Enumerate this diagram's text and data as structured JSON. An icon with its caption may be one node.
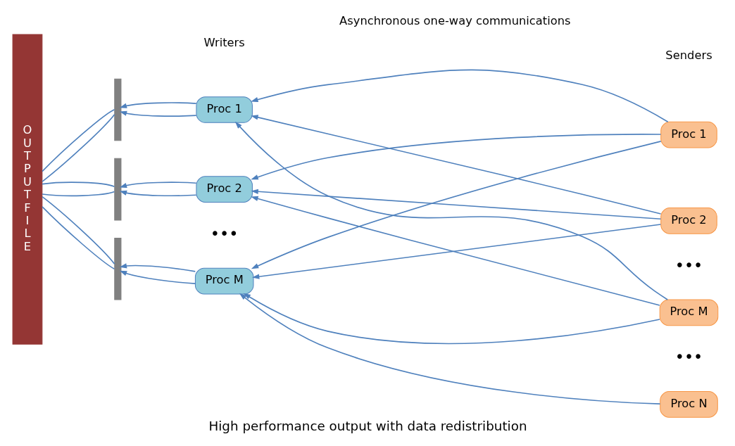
{
  "diagram": {
    "caption": "High performance output with data redistribution",
    "nodes": [
      {
        "text": [
          "O U T P U T F I L E"
        ]
      },
      {
        "text": [],
        "shape": "bar"
      },
      {
        "text": [],
        "shape": "bar"
      },
      {
        "text": [],
        "shape": "bar"
      },
      {
        "text": [
          "Proc 1"
        ]
      },
      {
        "text": [
          "Proc 2"
        ]
      },
      {
        "text": [
          "Proc M"
        ]
      },
      {
        "text": [
          "Proc 1"
        ]
      },
      {
        "text": [
          "Proc 2"
        ]
      },
      {
        "text": [
          "Proc M"
        ]
      },
      {
        "text": [
          "Proc N"
        ]
      }
    ],
    "edges": [
      {
        "from": 0,
        "to": 1,
        "arrow": "none"
      },
      {
        "from": 0,
        "to": 1,
        "arrow": "none"
      },
      {
        "from": 0,
        "to": 2,
        "arrow": "none"
      },
      {
        "from": 0,
        "to": 2,
        "arrow": "none"
      },
      {
        "from": 0,
        "to": 3,
        "arrow": "none"
      },
      {
        "from": 0,
        "to": 3,
        "arrow": "none"
      },
      {
        "from": 4,
        "to": 1,
        "arrow": "to"
      },
      {
        "from": 4,
        "to": 1,
        "arrow": "to"
      },
      {
        "from": 5,
        "to": 2,
        "arrow": "to"
      },
      {
        "from": 5,
        "to": 2,
        "arrow": "to"
      },
      {
        "from": 6,
        "to": 3,
        "arrow": "to"
      },
      {
        "from": 6,
        "to": 3,
        "arrow": "to"
      },
      {
        "from": 7,
        "to": 4,
        "arrow": "to"
      },
      {
        "from": 7,
        "to": 5,
        "arrow": "to"
      },
      {
        "from": 7,
        "to": 6,
        "arrow": "to"
      },
      {
        "from": 8,
        "to": 4,
        "arrow": "to"
      },
      {
        "from": 8,
        "to": 5,
        "arrow": "to"
      },
      {
        "from": 8,
        "to": 6,
        "arrow": "to"
      },
      {
        "from": 9,
        "to": 4,
        "arrow": "to"
      },
      {
        "from": 9,
        "to": 5,
        "arrow": "to"
      },
      {
        "from": 9,
        "to": 6,
        "arrow": "to"
      },
      {
        "from": 10,
        "to": 6,
        "arrow": "to"
      }
    ],
    "labels": [
      "Writers",
      "Asynchronous one-way communications",
      "Senders",
      "•••",
      "•••",
      "•••"
    ]
  }
}
